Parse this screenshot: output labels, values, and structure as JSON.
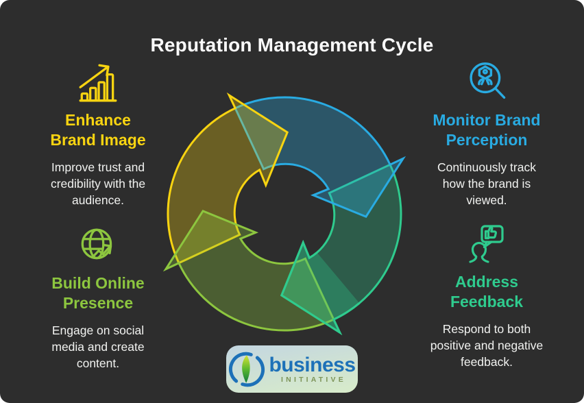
{
  "title": "Reputation Management Cycle",
  "theme": {
    "card_bg": "#2d2d2d",
    "title_color": "#fafafa",
    "body_text_color": "#f1f2f0"
  },
  "steps": [
    {
      "id": "enhance-brand-image",
      "icon": "bar-chart-growth-icon",
      "color": "#F8D411",
      "heading": "Enhance\nBrand Image",
      "body": "Improve trust and\ncredibility with the\naudience."
    },
    {
      "id": "monitor-brand-perception",
      "icon": "magnifier-bot-icon",
      "color": "#29ABE2",
      "heading": "Monitor Brand\nPerception",
      "body": "Continuously track\nhow the brand is\nviewed."
    },
    {
      "id": "build-online-presence",
      "icon": "globe-trend-icon",
      "color": "#8DC63F",
      "heading": "Build Online\nPresence",
      "body": "Engage on social\nmedia and create\ncontent."
    },
    {
      "id": "address-feedback",
      "icon": "person-feedback-icon",
      "color": "#2FCB8E",
      "heading": "Address\nFeedback",
      "body": "Respond to both\npositive and negative\nfeedback."
    }
  ],
  "logo": {
    "brand": "business",
    "subtitle": "INITIATIVE",
    "brand_color": "#1D71B8",
    "subtitle_color": "#7D9458"
  }
}
